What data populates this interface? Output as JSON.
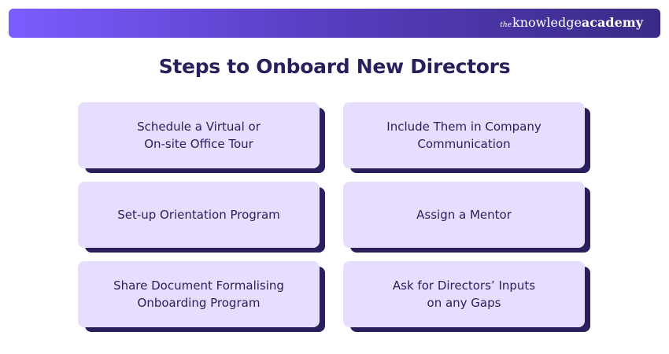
{
  "brand": {
    "prefix": "the",
    "word1": "knowledge",
    "word2": "academy"
  },
  "title": "Steps to Onboard New Directors",
  "steps": [
    {
      "lines": [
        "Schedule a Virtual or",
        "On-site Office Tour"
      ]
    },
    {
      "lines": [
        "Include Them in Company",
        "Communication"
      ]
    },
    {
      "lines": [
        "Set-up Orientation Program"
      ]
    },
    {
      "lines": [
        "Assign a Mentor"
      ]
    },
    {
      "lines": [
        "Share Document Formalising",
        "Onboarding Program"
      ]
    },
    {
      "lines": [
        "Ask for Directors’ Inputs",
        "on any Gaps"
      ]
    }
  ],
  "colors": {
    "card_fill": "#e6ddff",
    "card_shadow": "#2a1f5c",
    "title_text": "#2a1f5c",
    "bar_start": "#7c5cff",
    "bar_end": "#3a2a86"
  }
}
